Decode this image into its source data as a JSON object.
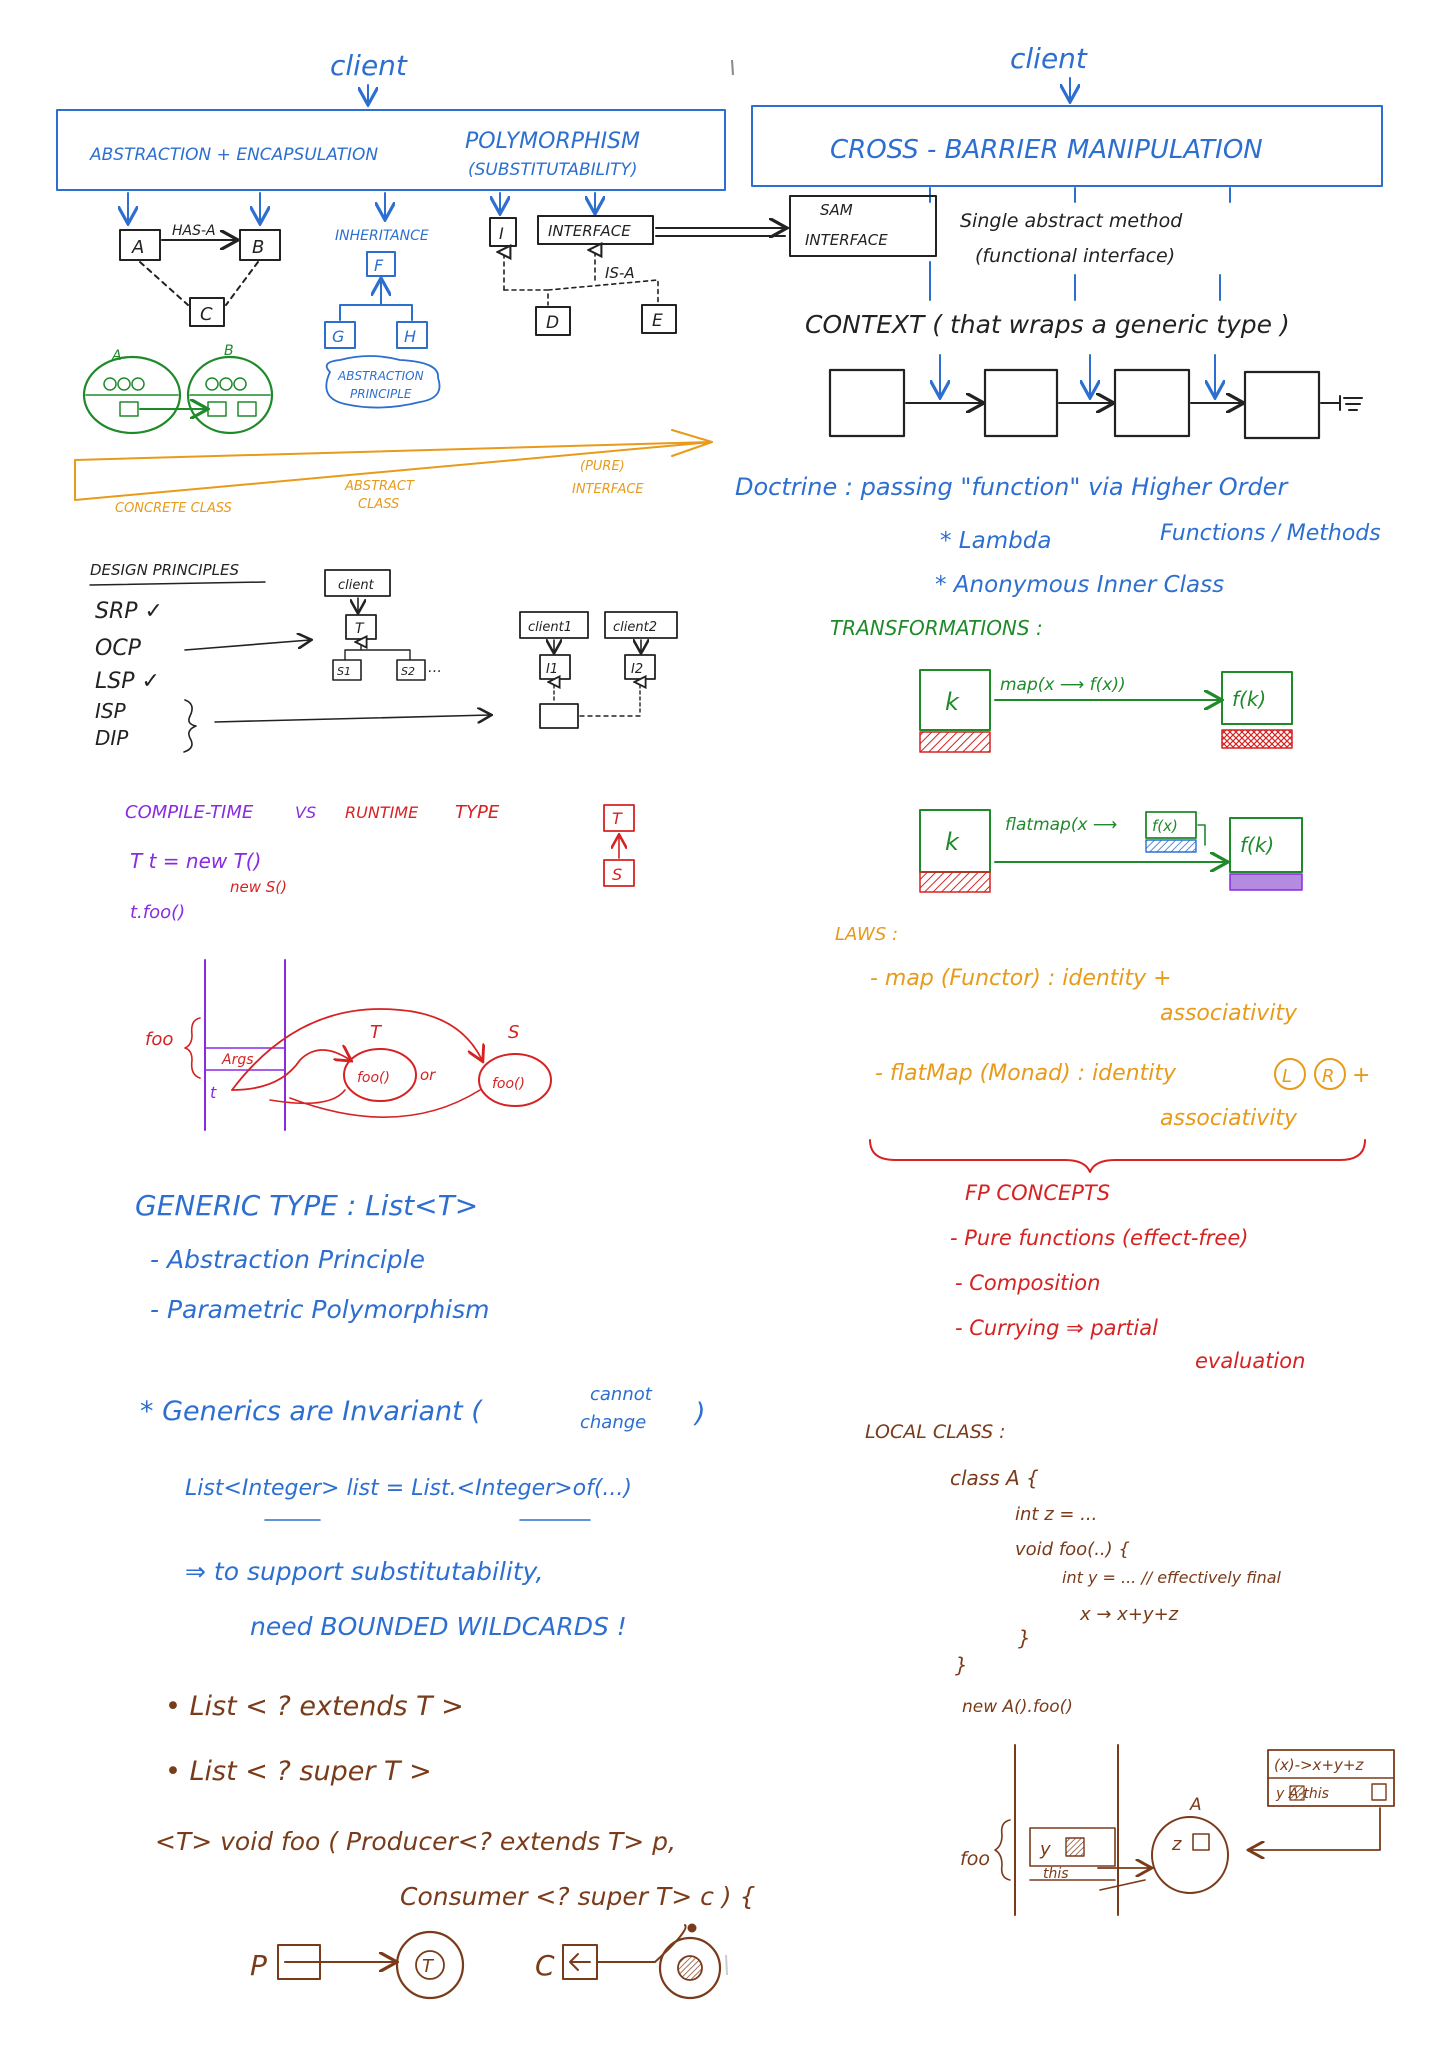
{
  "colors": {
    "blue": "#2d6fd0",
    "dark": "#222222",
    "green": "#1f8a2a",
    "orange": "#e89a1a",
    "purple": "#8a2be2",
    "red": "#d62222",
    "brown": "#7a3b1a"
  },
  "left_top": {
    "client": "client",
    "box_left": "ABSTRACTION + ENCAPSULATION",
    "box_right": "POLYMORPHISM",
    "box_right_sub": "(SUBSTITUTABILITY)",
    "has_a": "HAS-A",
    "A": "A",
    "B": "B",
    "C": "C",
    "inheritance": "INHERITANCE",
    "F": "F",
    "G": "G",
    "H": "H",
    "abstraction_principle_1": "ABSTRACTION",
    "abstraction_principle_2": "PRINCIPLE",
    "I": "I",
    "interface": "INTERFACE",
    "is_a": "IS-A",
    "D": "D",
    "E": "E",
    "circle_a": "A",
    "circle_b": "B",
    "concrete_class": "CONCRETE CLASS",
    "abstract_class_1": "ABSTRACT",
    "abstract_class_2": "CLASS",
    "interface_1": "(PURE)",
    "interface_2": "INTERFACE"
  },
  "right_top": {
    "client": "client",
    "cross_barrier": "CROSS - BARRIER   MANIPULATION",
    "sam_1": "SAM",
    "sam_2": "INTERFACE",
    "single_abstract_1": "Single abstract method",
    "single_abstract_2": "(functional interface)",
    "context": "CONTEXT ( that wraps a generic type )",
    "doctrine": "Doctrine : passing \"function\" via Higher Order",
    "functions_methods": "Functions / Methods",
    "lambda": "* Lambda",
    "anonymous": "* Anonymous Inner Class"
  },
  "design": {
    "title": "DESIGN PRINCIPLES",
    "srp": "SRP ✓",
    "ocp": "OCP",
    "lsp": "LSP ✓",
    "isp": "ISP",
    "dip": "DIP",
    "client": "client",
    "T": "T",
    "S1": "S1",
    "S2": "S2",
    "client1": "client1",
    "client2": "client2",
    "I1": "I1",
    "I2": "I2"
  },
  "transform": {
    "title": "TRANSFORMATIONS :",
    "k": "k",
    "map": "map(x ⟶ f(x))",
    "fk": "f(k)",
    "flatmap": "flatmap(x ⟶",
    "fx": "f(x)",
    "fk2": "f(k)"
  },
  "compile": {
    "title_1": "COMPILE-TIME",
    "vs": "VS",
    "title_2": "RUNTIME",
    "title_3": "TYPE",
    "line1": "T t = new T()",
    "line2": "new S()",
    "line3": "t.foo()",
    "T": "T",
    "S": "S",
    "foo": "foo",
    "args": "Args",
    "t": "t",
    "foo_call_1": "foo()",
    "or": "or",
    "foo_call_2": "foo()"
  },
  "laws": {
    "title": "LAWS :",
    "map_line": "- map (Functor) : identity +",
    "map_line_2": "associativity",
    "flatmap_line": "- flatMap (Monad) : identity",
    "L": "L",
    "R": "R",
    "plus": "+",
    "flatmap_line_2": "associativity"
  },
  "fp": {
    "title": "FP   CONCEPTS",
    "pure": "- Pure functions (effect-free)",
    "composition": "- Composition",
    "currying": "- Currying ⇒ partial",
    "evaluation": "evaluation"
  },
  "generic": {
    "title": "GENERIC TYPE  :  List<T>",
    "abs": "- Abstraction Principle",
    "param": "- Parametric Polymorphism",
    "invariant": "* Generics are Invariant (",
    "cannot": "cannot",
    "change": "change",
    "close_paren": ")",
    "list_line": "List<Integer> list = List.<Integer>of(...)",
    "support_1": "⇒ to support substitutability,",
    "support_2": "need BOUNDED WILDCARDS !",
    "bullet_1": "• List < ? extends T >",
    "bullet_2": "• List < ? super T >",
    "sig_1": "<T> void foo ( Producer<? extends T> p,",
    "sig_2": "Consumer <? super T> c ) {",
    "p": "P",
    "c": "C",
    "T": "T"
  },
  "local": {
    "title": "LOCAL CLASS :",
    "l1": "class A {",
    "l2": "int z = ...",
    "l3": "void foo(..) {",
    "l4": "int y = ...  // effectively final",
    "l5": "x → x+y+z",
    "l6": "}",
    "l7": "}",
    "l8": "new A().foo()",
    "foo": "foo",
    "y": "y",
    "this": "this",
    "A": "A",
    "z": "z",
    "lambda_box_1": "(x)->x+y+z",
    "lambda_box_2": "y    A-this"
  }
}
